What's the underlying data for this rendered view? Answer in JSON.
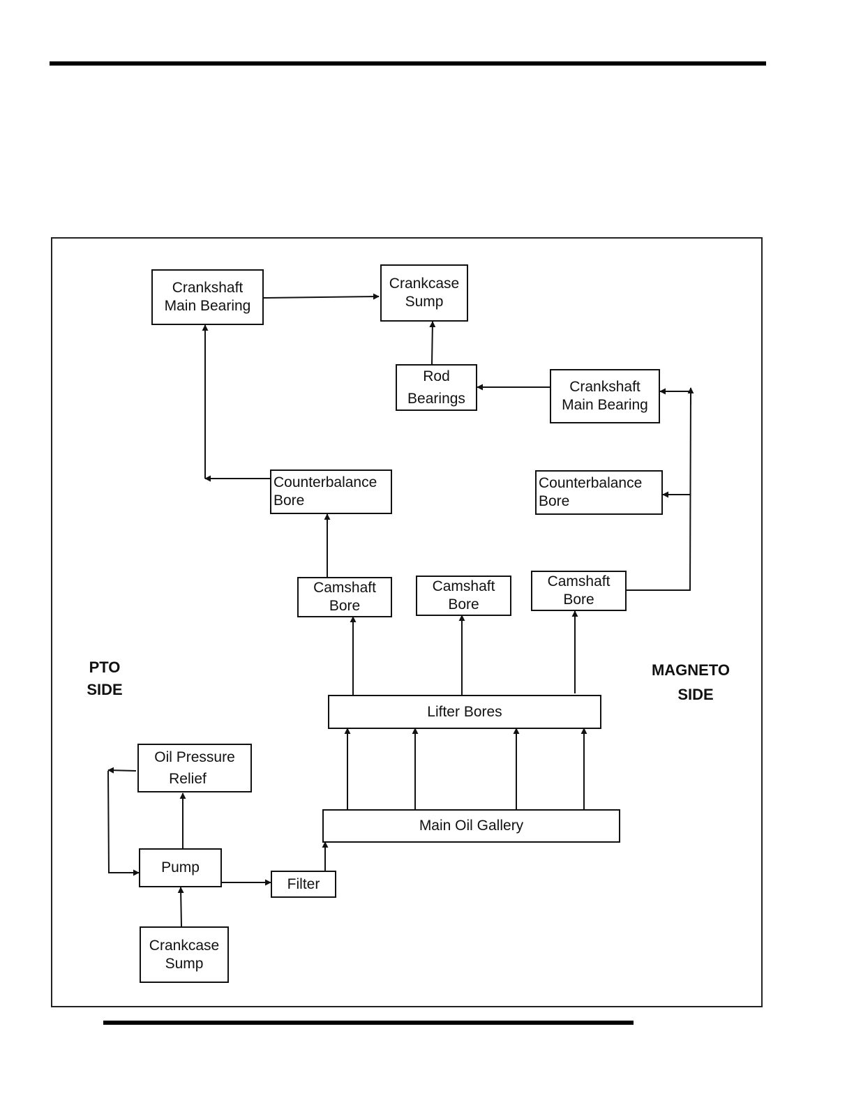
{
  "diagram": {
    "boxes": {
      "crankshaft_main_bearing_pto": {
        "line1": "Crankshaft",
        "line2": "Main Bearing"
      },
      "crankcase_sump_top": {
        "line1": "Crankcase",
        "line2": "Sump"
      },
      "rod_bearings": {
        "line1": "Rod",
        "line2": "Bearings"
      },
      "crankshaft_main_bearing_mag": {
        "line1": "Crankshaft",
        "line2": "Main Bearing"
      },
      "counterbalance_bore_pto": {
        "line1": "Counterbalance",
        "line2": "Bore"
      },
      "counterbalance_bore_mag": {
        "line1": "Counterbalance",
        "line2": "Bore"
      },
      "camshaft_bore_1": {
        "line1": "Camshaft",
        "line2": "Bore"
      },
      "camshaft_bore_2": {
        "line1": "Camshaft",
        "line2": "Bore"
      },
      "camshaft_bore_3": {
        "line1": "Camshaft",
        "line2": "Bore"
      },
      "lifter_bores": {
        "label": "Lifter Bores"
      },
      "oil_pressure_relief": {
        "line1": "Oil Pressure",
        "line2": "Relief"
      },
      "main_oil_gallery": {
        "label": "Main Oil Gallery"
      },
      "pump": {
        "label": "Pump"
      },
      "filter": {
        "label": "Filter"
      },
      "crankcase_sump_bottom": {
        "line1": "Crankcase",
        "line2": "Sump"
      }
    },
    "side_labels": {
      "pto": {
        "line1": "PTO",
        "line2": "SIDE"
      },
      "magneto": {
        "line1": "MAGNETO",
        "line2": "SIDE"
      }
    },
    "line_color": "#111111"
  }
}
